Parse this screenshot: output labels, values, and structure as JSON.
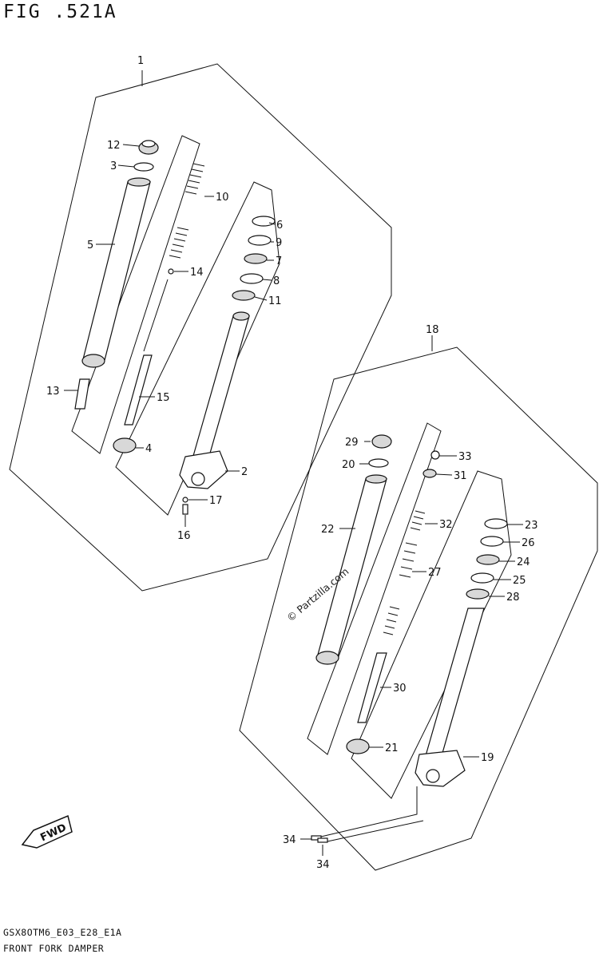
{
  "figure_title": "FIG .521A",
  "footer": {
    "model_code": "GSX8OTM6_E03_E28_E1A",
    "section_name": "FRONT FORK DAMPER"
  },
  "watermark": "© Partzilla.com",
  "fwd_label": "FWD",
  "callouts": {
    "c1": "1",
    "c2": "2",
    "c3": "3",
    "c4": "4",
    "c5": "5",
    "c6": "6",
    "c7": "7",
    "c8": "8",
    "c9": "9",
    "c10": "10",
    "c11": "11",
    "c12": "12",
    "c13": "13",
    "c14": "14",
    "c15": "15",
    "c16": "16",
    "c17": "17",
    "c18": "18",
    "c19": "19",
    "c20": "20",
    "c21": "21",
    "c22": "22",
    "c23": "23",
    "c24": "24",
    "c25": "25",
    "c26": "26",
    "c27": "27",
    "c28": "28",
    "c29": "29",
    "c30": "30",
    "c31": "31",
    "c32": "32",
    "c33": "33",
    "c34a": "34",
    "c34b": "34"
  }
}
